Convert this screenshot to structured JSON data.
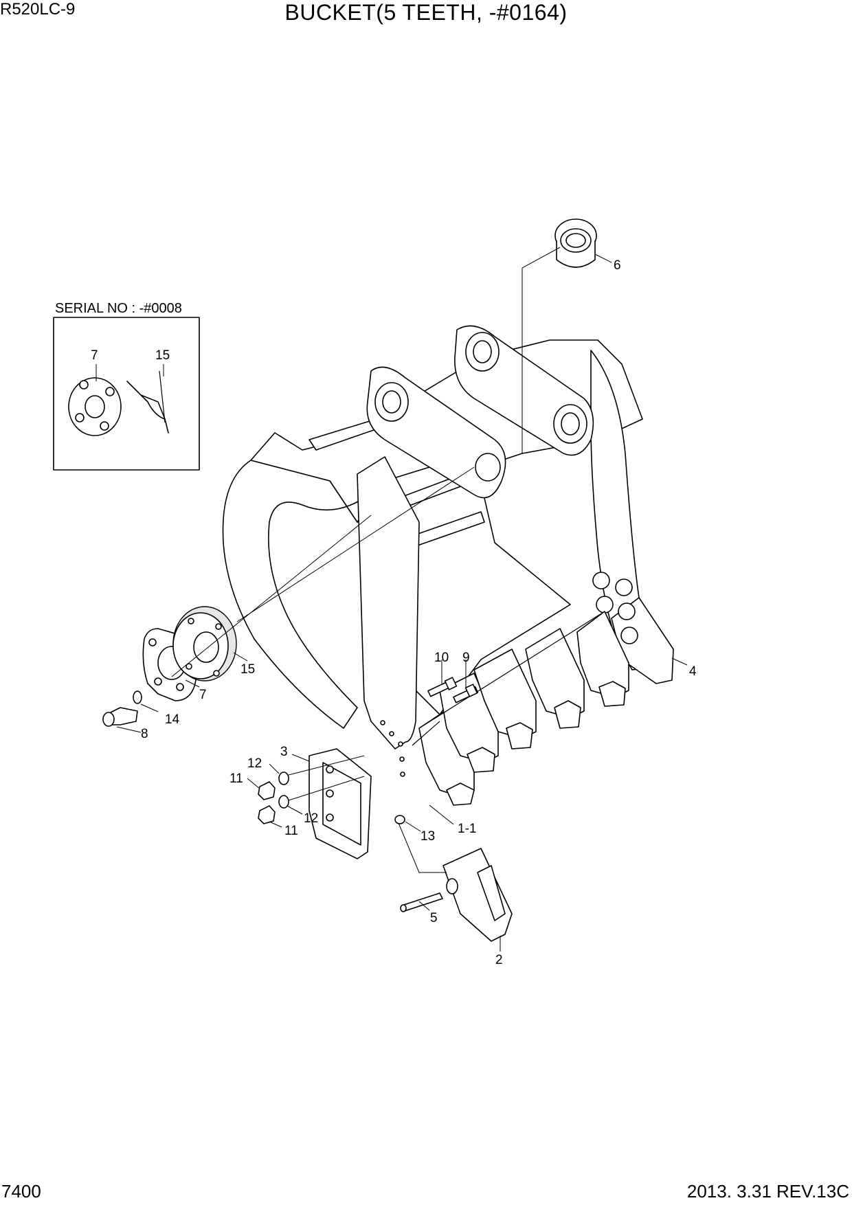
{
  "header": {
    "model": "R520LC-9",
    "title": "BUCKET(5 TEETH, -#0164)"
  },
  "footer": {
    "page_number": "7400",
    "revision": "2013. 3.31  REV.13C"
  },
  "inset": {
    "caption": "SERIAL NO : -#0008",
    "callouts": [
      "7",
      "15"
    ]
  },
  "callouts": [
    "6",
    "15",
    "7",
    "14",
    "8",
    "10",
    "9",
    "4",
    "3",
    "12",
    "11",
    "12",
    "11",
    "13",
    "1-1",
    "5",
    "2"
  ]
}
